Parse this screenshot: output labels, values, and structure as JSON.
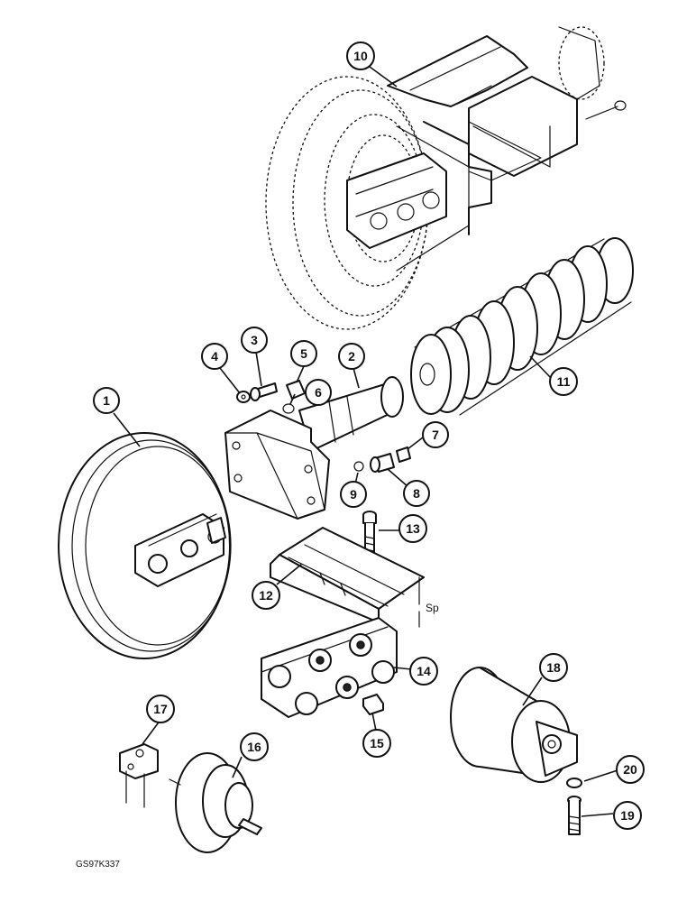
{
  "callouts": [
    {
      "label": "1"
    },
    {
      "label": "2"
    },
    {
      "label": "3"
    },
    {
      "label": "4"
    },
    {
      "label": "5"
    },
    {
      "label": "6"
    },
    {
      "label": "7"
    },
    {
      "label": "8"
    },
    {
      "label": "9"
    },
    {
      "label": "10"
    },
    {
      "label": "11"
    },
    {
      "label": "12"
    },
    {
      "label": "13"
    },
    {
      "label": "14"
    },
    {
      "label": "15"
    },
    {
      "label": "16"
    },
    {
      "label": "17"
    },
    {
      "label": "18"
    },
    {
      "label": "19"
    },
    {
      "label": "20"
    }
  ],
  "dimension_label": "Sp",
  "reference_code": "GS97K337"
}
